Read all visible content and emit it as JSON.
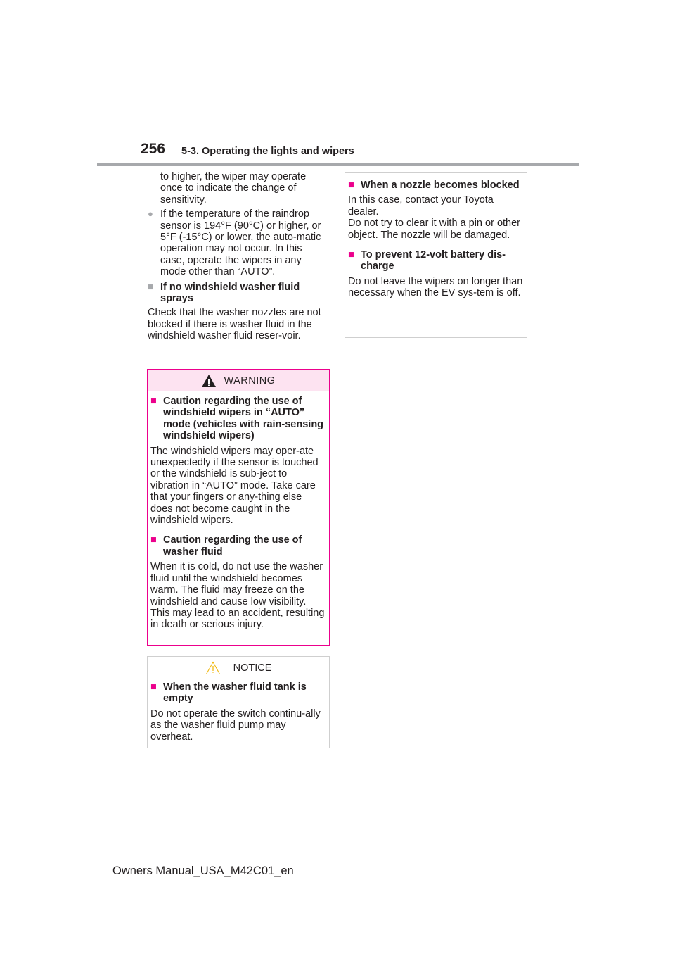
{
  "header": {
    "page_number": "256",
    "section": "5-3. Operating the lights and wipers"
  },
  "left": {
    "continuation": "to higher, the wiper may operate once to indicate the change of sensitivity.",
    "bullet_mark": "●",
    "heading_mark": "■",
    "bullet_text": "If the temperature of the raindrop sensor is 194°F (90°C) or higher, or 5°F (-15°C) or lower, the auto-matic operation may not occur. In this case, operate the wipers in any mode other than “AUTO”.",
    "heading": "If no windshield washer fluid sprays",
    "body": "Check that the washer nozzles are not blocked if there is washer fluid in the windshield washer fluid reser-voir."
  },
  "warning": {
    "title": "WARNING",
    "heading1": "Caution regarding the use of windshield wipers in “AUTO” mode (vehicles with rain-sensing windshield wipers)",
    "body1": "The windshield wipers may oper-ate unexpectedly if the sensor is touched or the windshield is sub-ject to vibration in “AUTO” mode. Take care that your fingers or any-thing else does not become caught in the windshield wipers.",
    "heading2": "Caution regarding the use of washer fluid",
    "body2": "When it is cold, do not use the washer fluid until the windshield becomes warm. The fluid may freeze on the windshield and cause low visibility. This may lead to an accident, resulting in death or serious injury."
  },
  "notice": {
    "title": "NOTICE",
    "heading": "When the washer fluid tank is empty",
    "body": "Do not operate the switch continu-ally as the washer fluid pump may overheat."
  },
  "right": {
    "heading1": "When a nozzle becomes blocked",
    "body1a": "In this case, contact your Toyota dealer.",
    "body1b": "Do not try to clear it with a pin or other object. The nozzle will be damaged.",
    "heading2": "To prevent 12-volt battery dis-charge",
    "body2": "Do not leave the wipers on longer than necessary when the EV sys-tem is off."
  },
  "footer": {
    "text": "Owners Manual_USA_M42C01_en"
  },
  "colors": {
    "warning_accent": "#ec008c",
    "warning_header_bg": "#fde3f1",
    "rule": "#a7a9ac"
  },
  "icons": {
    "warning": "warning-triangle-icon",
    "notice": "notice-triangle-icon"
  }
}
